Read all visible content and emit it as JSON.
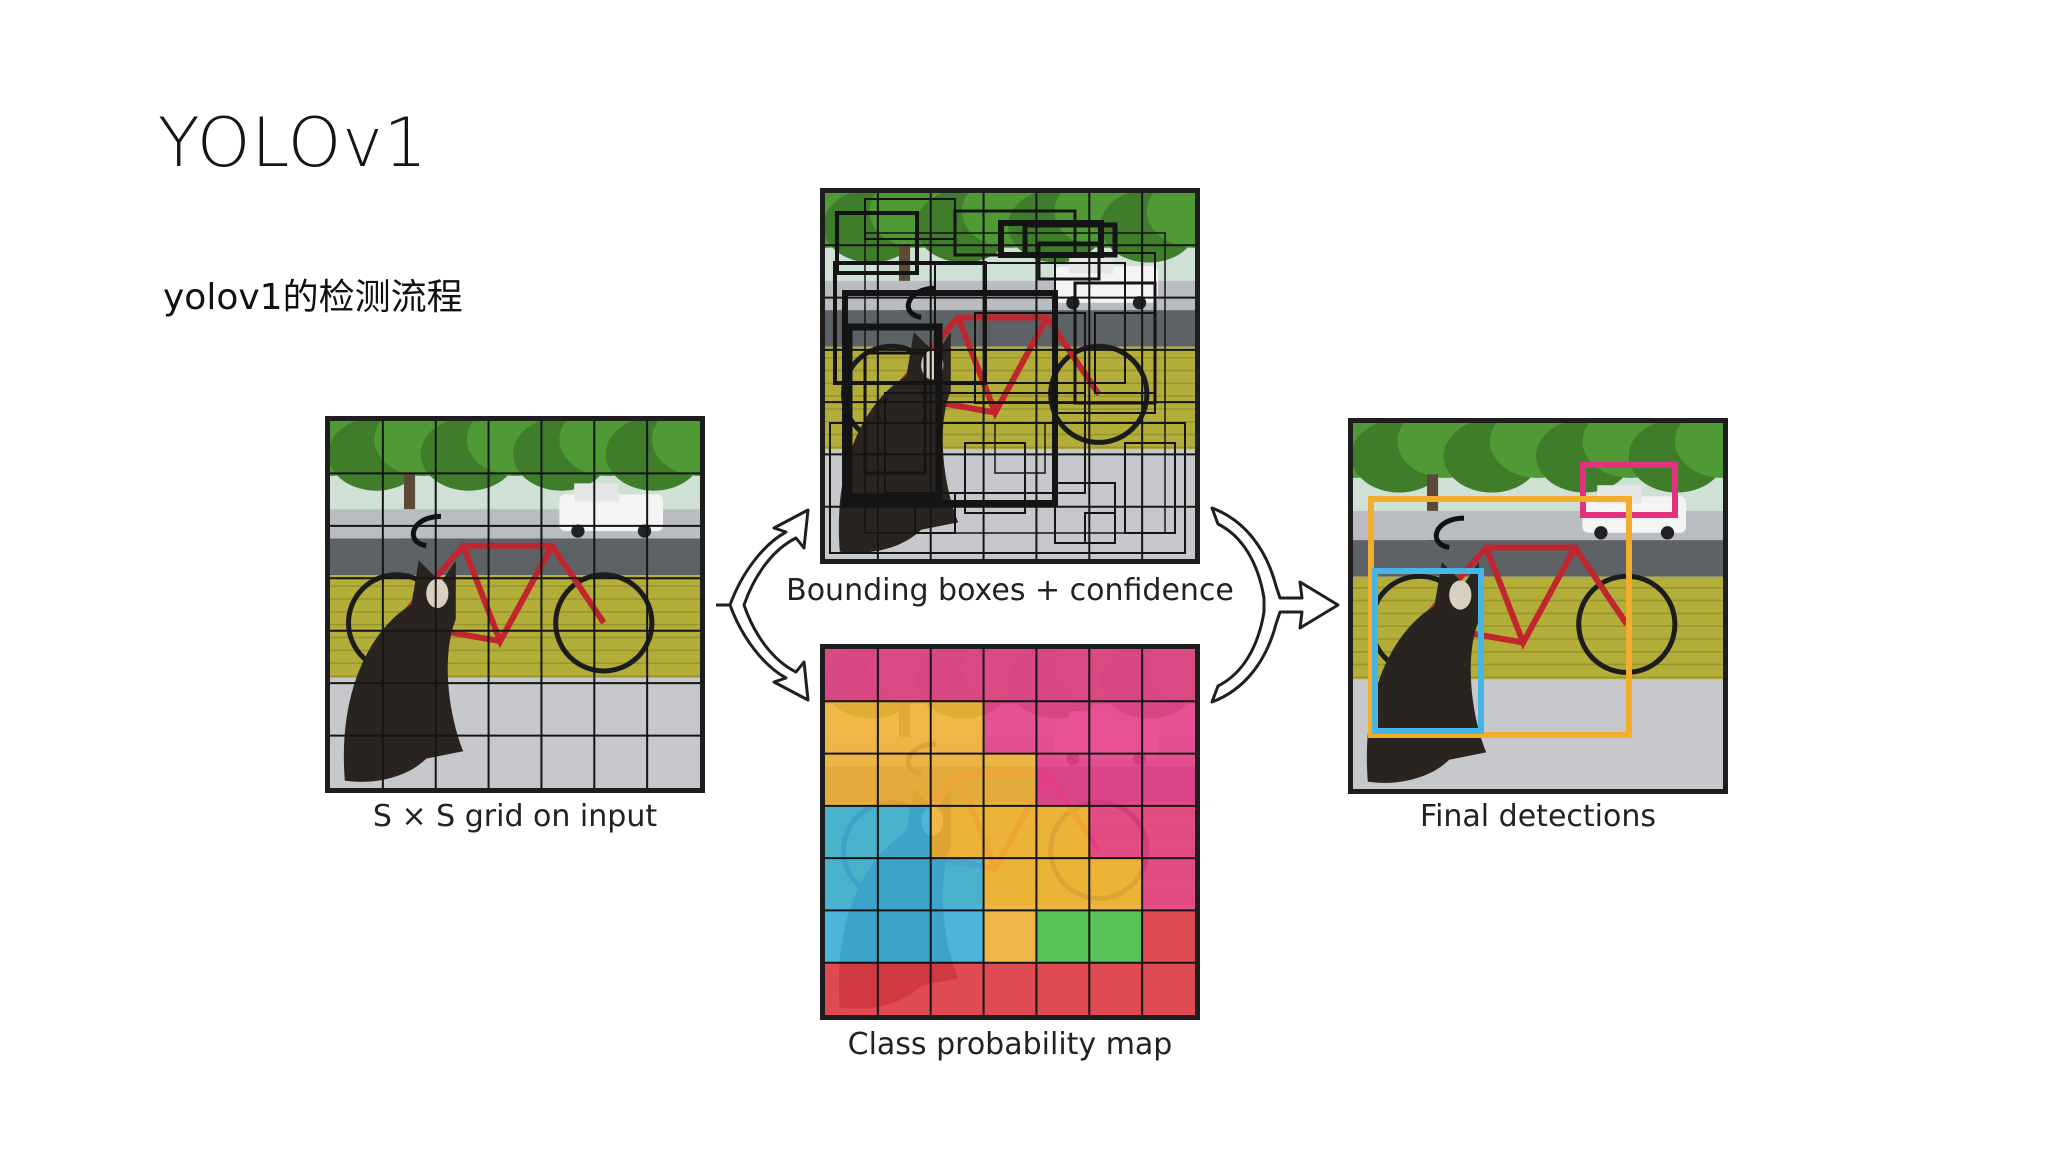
{
  "slide": {
    "title": "YOLOv1",
    "subtitle": "yolov1的检测流程"
  },
  "diagram": {
    "input_caption": "S × S grid on input",
    "boxes_caption": "Bounding boxes + confidence",
    "classmap_caption": "Class probability map",
    "final_caption": "Final detections",
    "grid_size": 7,
    "class_colors": {
      "pink": "#e8418c",
      "yellow": "#f2b437",
      "blue": "#3fb2dc",
      "green": "#4ec24a",
      "red": "#e23c45"
    },
    "class_map_rows": [
      [
        "pink",
        "pink",
        "pink",
        "pink",
        "pink",
        "pink",
        "pink"
      ],
      [
        "yellow",
        "yellow",
        "yellow",
        "pink",
        "pink",
        "pink",
        "pink"
      ],
      [
        "yellow",
        "yellow",
        "yellow",
        "yellow",
        "pink",
        "pink",
        "pink"
      ],
      [
        "blue",
        "blue",
        "yellow",
        "yellow",
        "yellow",
        "pink",
        "pink"
      ],
      [
        "blue",
        "blue",
        "blue",
        "yellow",
        "yellow",
        "yellow",
        "pink"
      ],
      [
        "blue",
        "blue",
        "blue",
        "yellow",
        "green",
        "green",
        "red"
      ],
      [
        "red",
        "red",
        "red",
        "red",
        "red",
        "red",
        "red"
      ]
    ],
    "detection_colors": {
      "car": "#e0327f",
      "bicycle": "#f2ad2c",
      "dog": "#47b6e4"
    }
  }
}
